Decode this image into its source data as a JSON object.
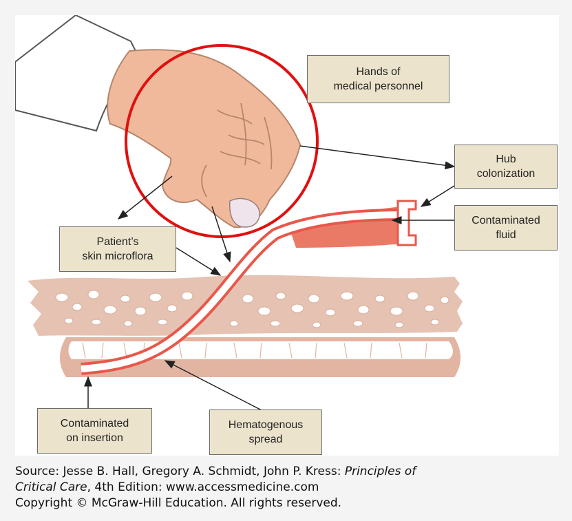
{
  "labels": {
    "hands": [
      "Hands of",
      "medical personnel"
    ],
    "hub": [
      "Hub",
      "colonization"
    ],
    "fluid": [
      "Contaminated",
      "fluid"
    ],
    "skin": [
      "Patient’s",
      "skin microflora"
    ],
    "insertion": [
      "Contaminated",
      "on insertion"
    ],
    "hematogenous": [
      "Hematogenous",
      "spread"
    ]
  },
  "caption": {
    "line1_prefix": "Source: Jesse B. Hall, Gregory A. Schmidt, John P. Kress: ",
    "line1_italic": "Principles of",
    "line2_italic": "Critical Care",
    "line2_suffix": ", 4th Edition: www.accessmedicine.com",
    "line3": "Copyright © McGraw-Hill Education. All rights reserved."
  },
  "colors": {
    "label_fill": "#ece3cc",
    "tissue": "#e6c2b2",
    "catheter": "#e8584a",
    "highlight_circle": "#e01010"
  }
}
